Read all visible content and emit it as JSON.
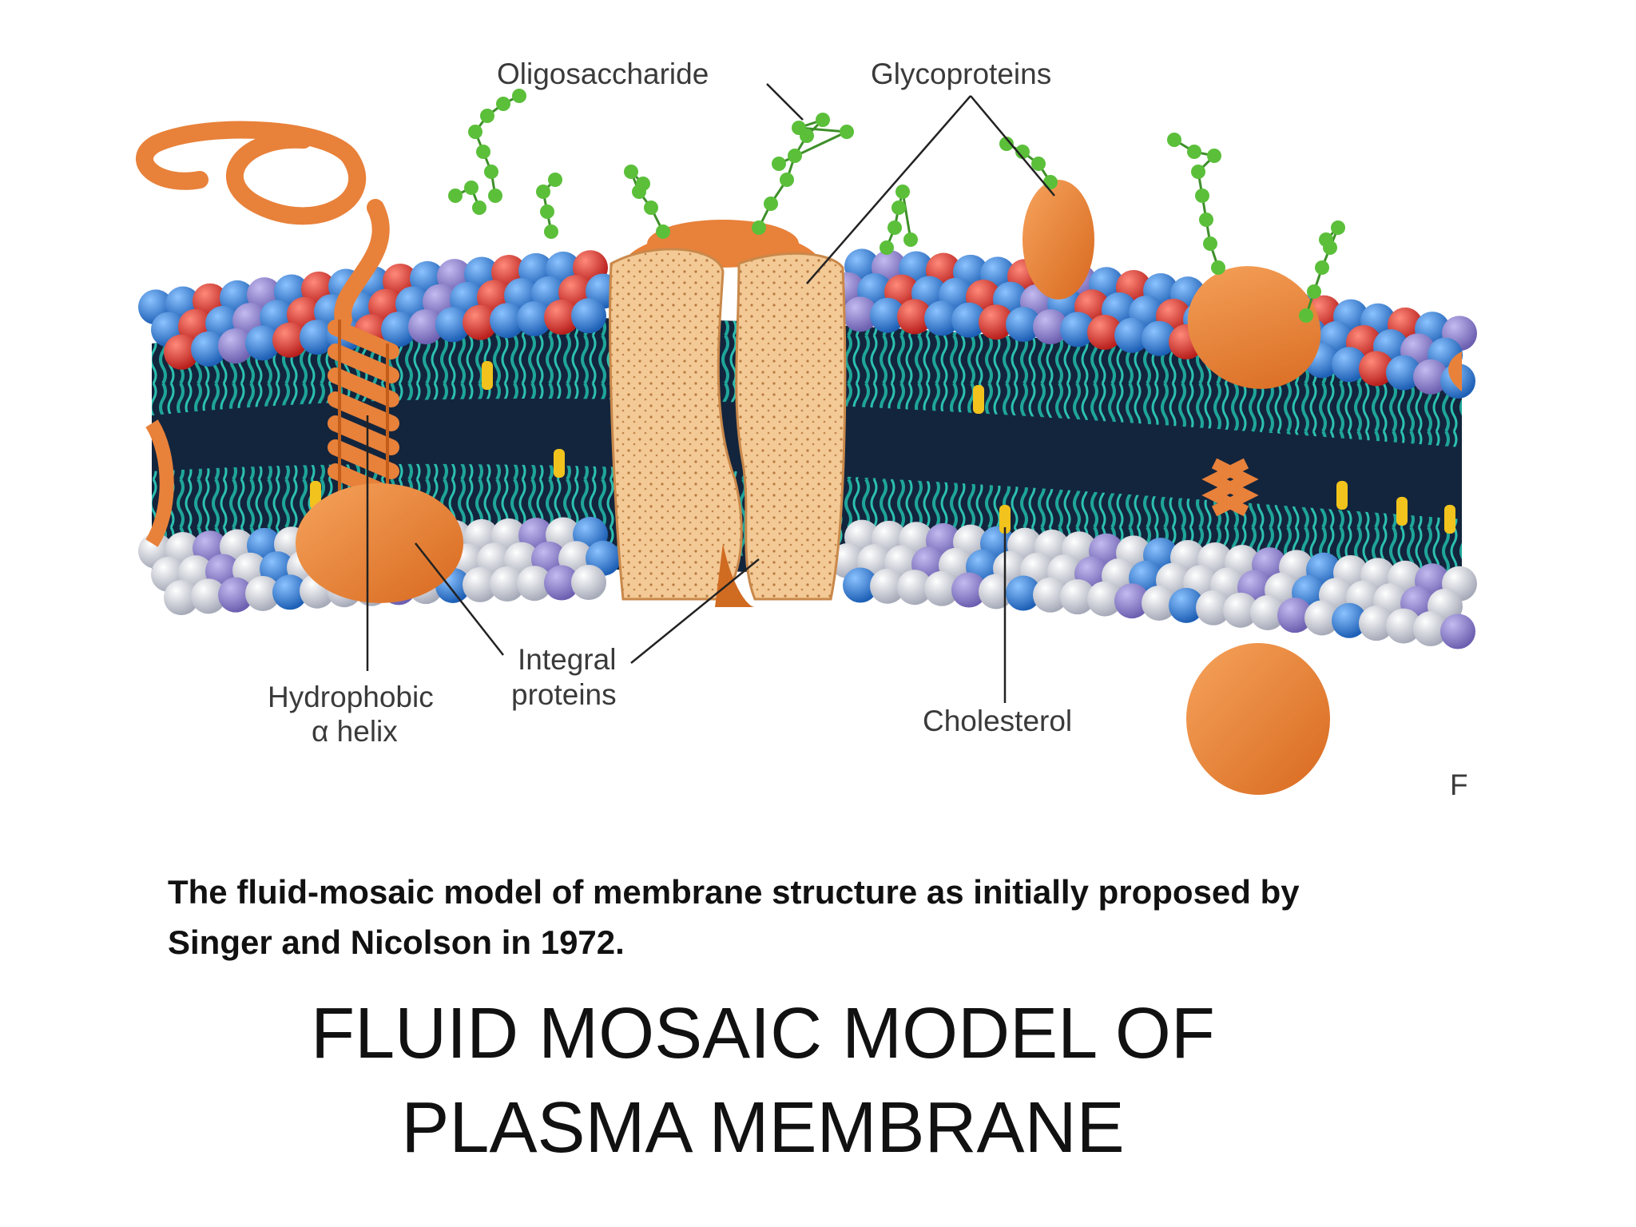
{
  "diagram": {
    "labels": {
      "oligosaccharide": "Oligosaccharide",
      "glycoproteins": "Glycoproteins",
      "hydrophobic_line1": "Hydrophobic",
      "hydrophobic_line2": "α helix",
      "integral_line1": "Integral",
      "integral_line2": "proteins",
      "cholesterol": "Cholesterol",
      "cut_letter": "F"
    },
    "colors": {
      "protein_orange": "#e8813a",
      "channel_tan": "#f3c995",
      "head_blue": "#2f7fd6",
      "head_red": "#d8322e",
      "head_purple": "#8f82c7",
      "head_grey": "#c9ccd6",
      "tail_teal": "#1fa59a",
      "core_dark": "#13253d",
      "sugar_green": "#5bbf3a",
      "cholesterol_yellow": "#f2c31d"
    }
  },
  "caption": {
    "line1": "The fluid-mosaic model of membrane structure as initially proposed by",
    "line2": "Singer and Nicolson in 1972."
  },
  "title": {
    "line1": "FLUID MOSAIC MODEL OF",
    "line2": "PLASMA MEMBRANE"
  }
}
